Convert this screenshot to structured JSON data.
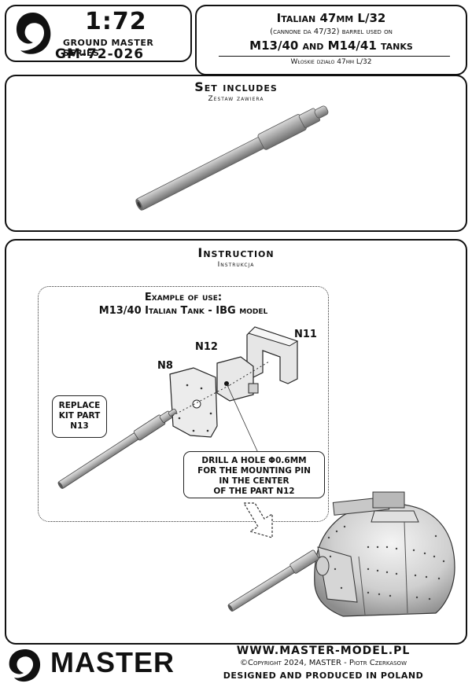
{
  "header": {
    "scale": "1:72",
    "series": "GROUND MASTER SERIES",
    "code": "GM-72-026",
    "title_line1": "Italian 47mm L/32",
    "title_line2": "(cannone da 47/32) barrel used on",
    "title_line3": "M13/40 and M14/41 tanks",
    "title_polish": "Włoskie działo 47mm L/32"
  },
  "set": {
    "heading": "Set includes",
    "subheading": "Zestaw zawiera"
  },
  "instruction": {
    "heading": "Instruction",
    "subheading": "Instrukcja",
    "example_line1": "Example of use:",
    "example_line2": "M13/40 Italian Tank - IBG model",
    "parts": {
      "n11": "N11",
      "n12": "N12",
      "n8": "N8"
    },
    "replace_note": [
      "REPLACE",
      "KIT PART",
      "N13"
    ],
    "drill_note": [
      "DRILL A HOLE Φ0.6MM",
      "FOR THE MOUNTING PIN",
      "IN THE CENTER",
      "OF THE PART N12"
    ]
  },
  "footer": {
    "brand": "MASTER",
    "url": "WWW.MASTER-MODEL.PL",
    "copyright": "©Copyright 2024, MASTER - Piotr Czerkasow",
    "made": "DESIGNED AND PRODUCED IN POLAND"
  },
  "colors": {
    "ink": "#111111",
    "metal": "#9a9a9a"
  }
}
